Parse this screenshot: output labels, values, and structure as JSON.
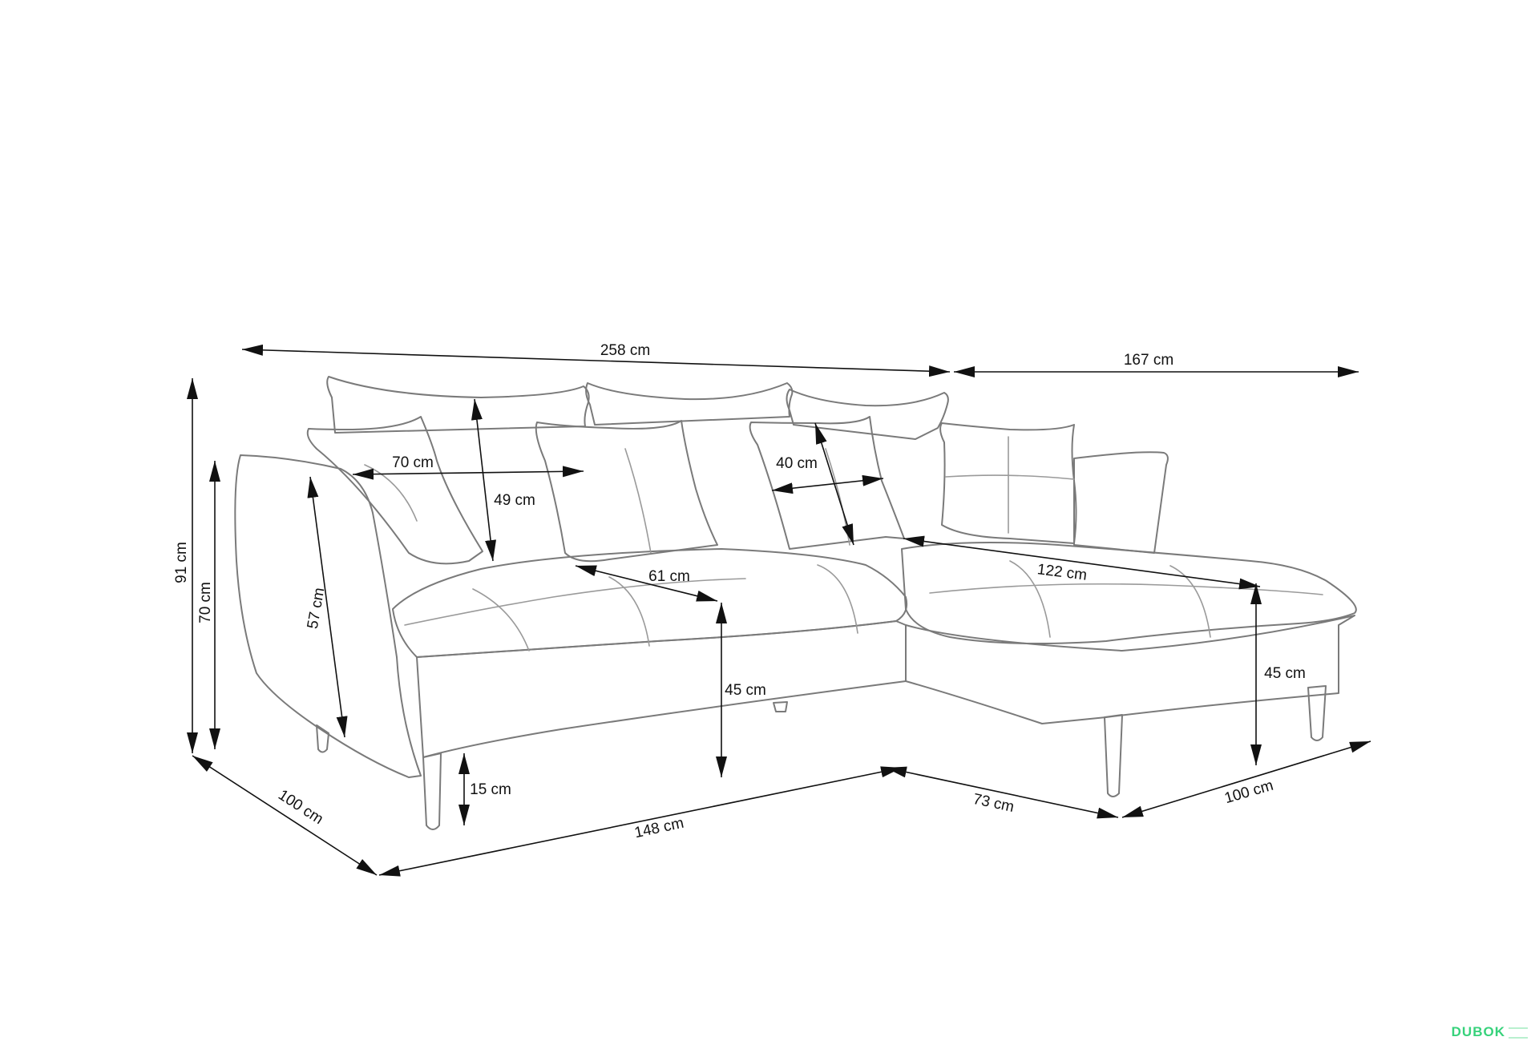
{
  "dimensions": {
    "total_width": "258 cm",
    "chaise_width": "167 cm",
    "total_height": "91 cm",
    "armrest_height": "70 cm",
    "side_backrest_height": "57 cm",
    "cushion_width": "70 cm",
    "cushion_height": "49 cm",
    "small_cushion_width": "40 cm",
    "seat_depth": "61 cm",
    "chaise_length": "122 cm",
    "seat_height": "45 cm",
    "chaise_seat_height": "45 cm",
    "leg_height": "15 cm",
    "depth_left": "100 cm",
    "front_length": "148 cm",
    "chaise_front": "73 cm",
    "depth_right": "100 cm"
  },
  "watermark": "DUBOK"
}
